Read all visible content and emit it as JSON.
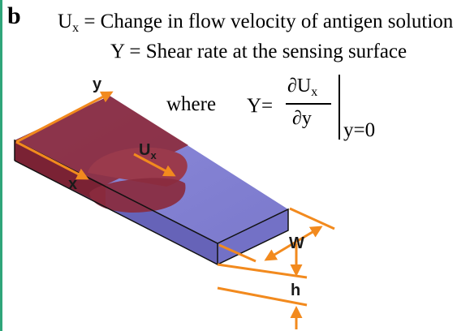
{
  "panel_label": "b",
  "definitions": {
    "ux_symbol": "U",
    "ux_sub": "x",
    "ux_rest": " = Change in flow velocity of antigen solution",
    "gamma_line": "Υ = Shear rate at the sensing surface"
  },
  "formula": {
    "where": "where",
    "gamma_eq": "Υ=",
    "numerator": "∂U",
    "numerator_sub": "x",
    "denominator": "∂y",
    "evaluated_at": "y=0"
  },
  "diagram_labels": {
    "y_axis": "y",
    "x_axis": "x",
    "ux_label": "U",
    "ux_label_sub": "x",
    "width": "W",
    "height": "h"
  },
  "colors": {
    "channel_top": "#8482d4",
    "channel_front": "#6865ba",
    "channel_side": "#7573c8",
    "flow_region": "#8a2c3e",
    "arrow": "#f28a1e",
    "border": "#2fa57a"
  }
}
